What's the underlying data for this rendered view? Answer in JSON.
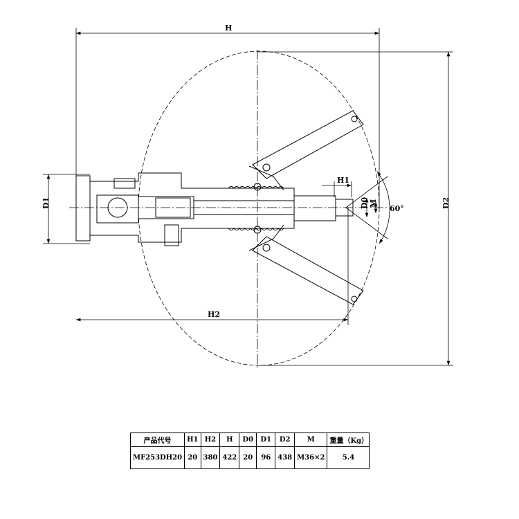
{
  "drawing": {
    "labels": {
      "H": "H",
      "H1": "H1",
      "H2": "H2",
      "D0": "D0",
      "D1": "D1",
      "D2": "D2",
      "M": "M",
      "angle": "60°"
    }
  },
  "table": {
    "headers": [
      "产品代号",
      "H1",
      "H2",
      "H",
      "D0",
      "D1",
      "D2",
      "M",
      "重量（Kg）"
    ],
    "rows": [
      [
        "MF253DH20",
        "20",
        "380",
        "422",
        "20",
        "96",
        "438",
        "M36×2",
        "5.4"
      ]
    ]
  }
}
